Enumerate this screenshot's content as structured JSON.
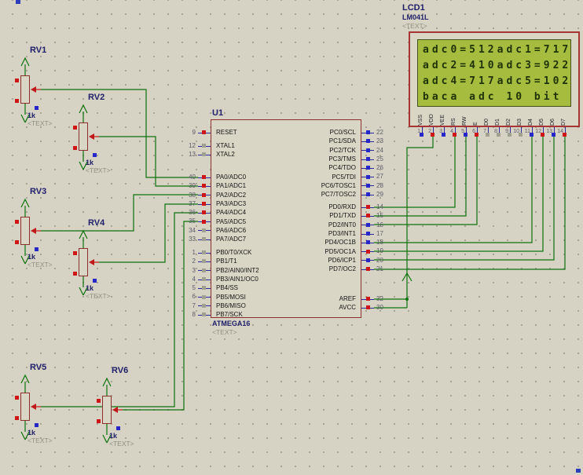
{
  "colors": {
    "canvas_bg": "#d6d2c4",
    "grid_dot": "#a7a392",
    "wire": "#0c730c",
    "pin": "#2a2a9a",
    "component_border": "#8d2f2f",
    "component_fill": "#dad6c6",
    "label_navy": "#20206a",
    "placeholder_gray": "#90917e",
    "lcd_screen_bg": "#a6bc3e",
    "lcd_screen_text": "#203305",
    "state_high": "#cf1616",
    "state_low": "#2626c9",
    "state_float": "#a0a091"
  },
  "lcd": {
    "ref": "LCD1",
    "part": "LM041L",
    "placeholder": "<TEXT>",
    "screen_lines": [
      "adc0=512adc1=717",
      "adc2=410adc3=922",
      "adc4=717adc5=102",
      "baca adc 10 bit"
    ],
    "pins": [
      {
        "num": "1",
        "label": "VSS",
        "state": "blue"
      },
      {
        "num": "2",
        "label": "VDD",
        "state": "red"
      },
      {
        "num": "3",
        "label": "VEE",
        "state": "blue"
      },
      {
        "num": "4",
        "label": "RS",
        "state": "red"
      },
      {
        "num": "5",
        "label": "RW",
        "state": "blue"
      },
      {
        "num": "6",
        "label": "E",
        "state": "red"
      },
      {
        "num": "7",
        "label": "D0",
        "state": "gray"
      },
      {
        "num": "8",
        "label": "D1",
        "state": "gray"
      },
      {
        "num": "9",
        "label": "D2",
        "state": "gray"
      },
      {
        "num": "10",
        "label": "D3",
        "state": "gray"
      },
      {
        "num": "11",
        "label": "D4",
        "state": "blue"
      },
      {
        "num": "12",
        "label": "D5",
        "state": "red"
      },
      {
        "num": "13",
        "label": "D6",
        "state": "blue"
      },
      {
        "num": "14",
        "label": "D7",
        "state": "red"
      }
    ]
  },
  "chip": {
    "ref": "U1",
    "part": "ATMEGA16",
    "placeholder": "<TEXT>",
    "left_groups": [
      {
        "pins": [
          {
            "num": "9",
            "label": "RESET",
            "state": "red"
          }
        ]
      },
      {
        "pins": [
          {
            "num": "12",
            "label": "XTAL1",
            "state": "gray"
          },
          {
            "num": "13",
            "label": "XTAL2",
            "state": "gray"
          }
        ]
      },
      {
        "pins": [
          {
            "num": "40",
            "label": "PA0/ADC0",
            "state": "red"
          },
          {
            "num": "39",
            "label": "PA1/ADC1",
            "state": "red"
          },
          {
            "num": "38",
            "label": "PA2/ADC2",
            "state": "red"
          },
          {
            "num": "37",
            "label": "PA3/ADC3",
            "state": "red"
          },
          {
            "num": "36",
            "label": "PA4/ADC4",
            "state": "red"
          },
          {
            "num": "35",
            "label": "PA5/ADC5",
            "state": "red"
          },
          {
            "num": "34",
            "label": "PA6/ADC6",
            "state": "gray"
          },
          {
            "num": "33",
            "label": "PA7/ADC7",
            "state": "gray"
          }
        ]
      },
      {
        "pins": [
          {
            "num": "1",
            "label": "PB0/T0/XCK",
            "state": "gray"
          },
          {
            "num": "2",
            "label": "PB1/T1",
            "state": "gray"
          },
          {
            "num": "3",
            "label": "PB2/AIN0/INT2",
            "state": "gray"
          },
          {
            "num": "4",
            "label": "PB3/AIN1/OC0",
            "state": "gray"
          },
          {
            "num": "5",
            "label": "PB4/SS",
            "state": "gray"
          },
          {
            "num": "6",
            "label": "PB5/MOSI",
            "state": "gray"
          },
          {
            "num": "7",
            "label": "PB6/MISO",
            "state": "gray"
          },
          {
            "num": "8",
            "label": "PB7/SCK",
            "state": "gray"
          }
        ]
      }
    ],
    "right_groups": [
      {
        "pins": [
          {
            "num": "22",
            "label": "PC0/SCL",
            "state": "blue"
          },
          {
            "num": "23",
            "label": "PC1/SDA",
            "state": "blue"
          },
          {
            "num": "24",
            "label": "PC2/TCK",
            "state": "blue"
          },
          {
            "num": "25",
            "label": "PC3/TMS",
            "state": "blue"
          },
          {
            "num": "26",
            "label": "PC4/TDO",
            "state": "blue"
          },
          {
            "num": "27",
            "label": "PC5/TDI",
            "state": "blue"
          },
          {
            "num": "28",
            "label": "PC6/TOSC1",
            "state": "blue"
          },
          {
            "num": "29",
            "label": "PC7/TOSC2",
            "state": "blue"
          }
        ]
      },
      {
        "pins": [
          {
            "num": "14",
            "label": "PD0/RXD",
            "state": "red"
          },
          {
            "num": "15",
            "label": "PD1/TXD",
            "state": "red"
          },
          {
            "num": "16",
            "label": "PD2/INT0",
            "state": "blue"
          },
          {
            "num": "17",
            "label": "PD3/INT1",
            "state": "blue"
          },
          {
            "num": "18",
            "label": "PD4/OC1B",
            "state": "blue"
          },
          {
            "num": "19",
            "label": "PD5/OC1A",
            "state": "red"
          },
          {
            "num": "20",
            "label": "PD6/ICP1",
            "state": "blue"
          },
          {
            "num": "21",
            "label": "PD7/OC2",
            "state": "red"
          }
        ]
      },
      {
        "pins": [
          {
            "num": "32",
            "label": "AREF",
            "state": "red"
          },
          {
            "num": "30",
            "label": "AVCC",
            "state": "red"
          }
        ]
      }
    ]
  },
  "pots": [
    {
      "ref": "RV1",
      "value": "1k",
      "placeholder": "<TEXT>",
      "top_state": "red",
      "bottom_state": "red",
      "wiper_state": "blue"
    },
    {
      "ref": "RV2",
      "value": "1k",
      "placeholder": "<TEXT>",
      "top_state": "red",
      "bottom_state": "red",
      "wiper_state": "blue"
    },
    {
      "ref": "RV3",
      "value": "1k",
      "placeholder": "<TEXT>",
      "top_state": "red",
      "bottom_state": "red",
      "wiper_state": "blue"
    },
    {
      "ref": "RV4",
      "value": "1k",
      "placeholder": "<TEXT>",
      "top_state": "red",
      "bottom_state": "red",
      "wiper_state": "blue"
    },
    {
      "ref": "RV5",
      "value": "1k",
      "placeholder": "<TEXT>",
      "top_state": "red",
      "bottom_state": "red",
      "wiper_state": "blue"
    },
    {
      "ref": "RV6",
      "value": "1k",
      "placeholder": "<TEXT>",
      "top_state": "red",
      "bottom_state": "red",
      "wiper_state": "blue"
    }
  ]
}
